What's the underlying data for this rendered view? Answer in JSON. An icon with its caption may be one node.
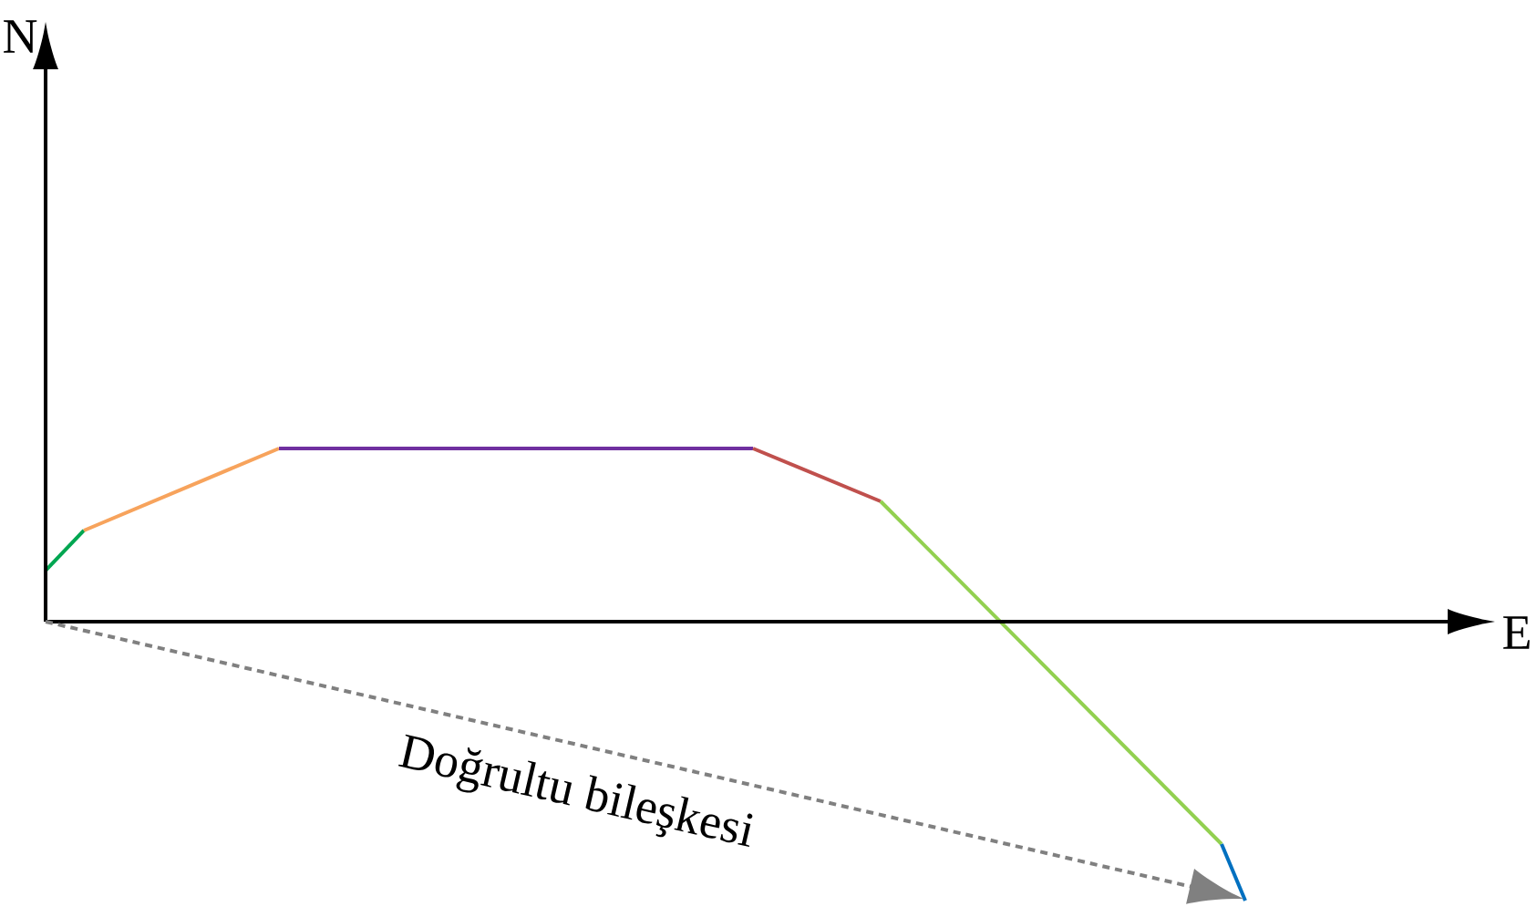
{
  "diagram": {
    "labels": [
      "N",
      "E",
      "Doğrultu bileşkesi"
    ]
  }
}
